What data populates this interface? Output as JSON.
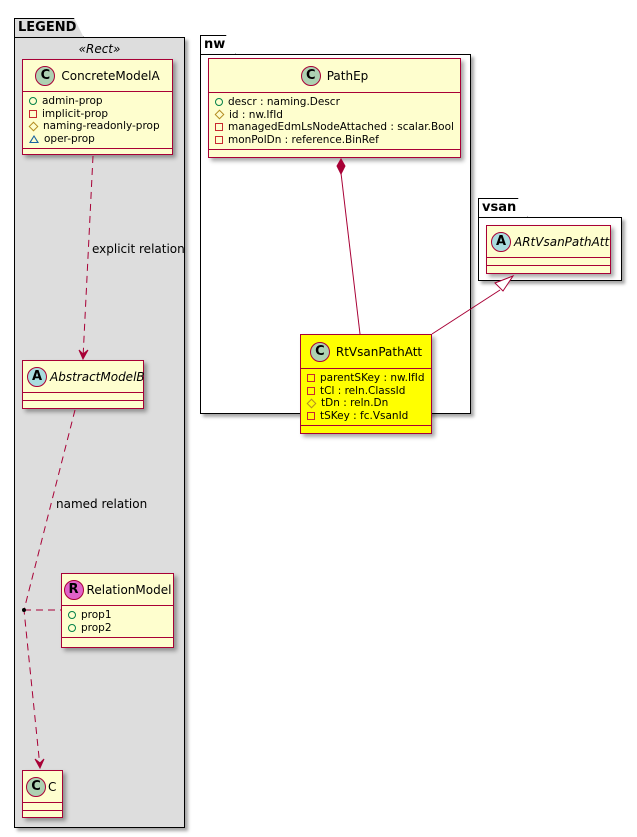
{
  "legend": {
    "package_name": "LEGEND",
    "stereotype": "«Rect»",
    "concrete_model": {
      "icon": "C",
      "name": "ConcreteModelA",
      "attributes": [
        {
          "visibility": "public",
          "text": "admin-prop"
        },
        {
          "visibility": "private",
          "text": "implicit-prop"
        },
        {
          "visibility": "protected",
          "text": "naming-readonly-prop"
        },
        {
          "visibility": "package",
          "text": "oper-prop"
        }
      ]
    },
    "abstract_model": {
      "icon": "A",
      "name": "AbstractModelB"
    },
    "relation_model": {
      "icon": "R",
      "name": "RelationModel",
      "attributes": [
        {
          "visibility": "public",
          "text": "prop1"
        },
        {
          "visibility": "public",
          "text": "prop2"
        }
      ]
    },
    "c_class": {
      "icon": "C",
      "name": "C"
    },
    "explicit_relation_label": "explicit relation",
    "named_relation_label": "named relation"
  },
  "nw": {
    "package_name": "nw",
    "path_ep": {
      "icon": "C",
      "name": "PathEp",
      "attributes": [
        {
          "visibility": "public",
          "text": "descr : naming.Descr"
        },
        {
          "visibility": "protected",
          "text": "id : nw.IfId"
        },
        {
          "visibility": "private",
          "text": "managedEdmLsNodeAttached : scalar.Bool"
        },
        {
          "visibility": "private",
          "text": "monPolDn : reference.BinRef"
        }
      ]
    },
    "rt_vsan_path_att": {
      "icon": "C",
      "name": "RtVsanPathAtt",
      "highlight_color": "#ffff00",
      "attributes": [
        {
          "visibility": "private",
          "text": "parentSKey : nw.IfId"
        },
        {
          "visibility": "private",
          "text": "tCl : reln.ClassId"
        },
        {
          "visibility": "protected",
          "text": "tDn : reln.Dn"
        },
        {
          "visibility": "private",
          "text": "tSKey : fc.VsanId"
        }
      ]
    }
  },
  "vsan": {
    "package_name": "vsan",
    "a_rt_vsan_path_att": {
      "icon": "A",
      "name": "ARtVsanPathAtt"
    }
  },
  "colors": {
    "class_fill": "#fefece",
    "class_border": "#a80036",
    "legend_fill": "#dddddd",
    "icon_class": "#add1b2",
    "icon_abstract": "#a9dcdf",
    "icon_relation": "#e062c8"
  }
}
